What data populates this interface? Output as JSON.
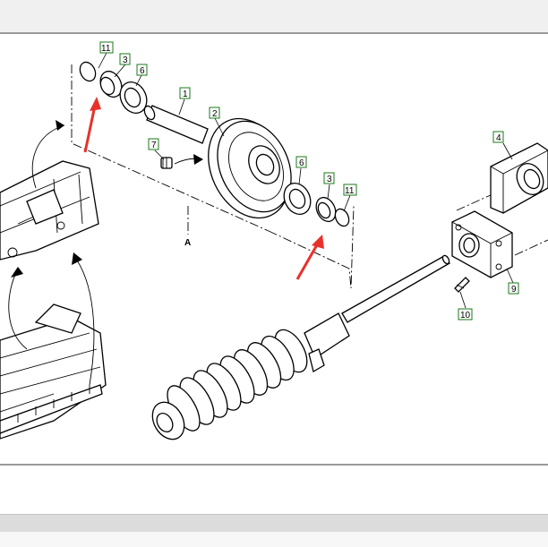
{
  "diagram": {
    "view_label": "A",
    "callouts": [
      {
        "id": "c11a",
        "label": "11"
      },
      {
        "id": "c3a",
        "label": "3"
      },
      {
        "id": "c6a",
        "label": "6"
      },
      {
        "id": "c1",
        "label": "1"
      },
      {
        "id": "c2",
        "label": "2"
      },
      {
        "id": "c7",
        "label": "7"
      },
      {
        "id": "c6b",
        "label": "6"
      },
      {
        "id": "c3b",
        "label": "3"
      },
      {
        "id": "c11b",
        "label": "11"
      },
      {
        "id": "c4",
        "label": "4"
      },
      {
        "id": "c9",
        "label": "9"
      },
      {
        "id": "c10",
        "label": "10"
      }
    ],
    "colors": {
      "callout_border": "#1a7a1a",
      "highlight_arrow": "#e8312b",
      "line": "#000000"
    }
  }
}
